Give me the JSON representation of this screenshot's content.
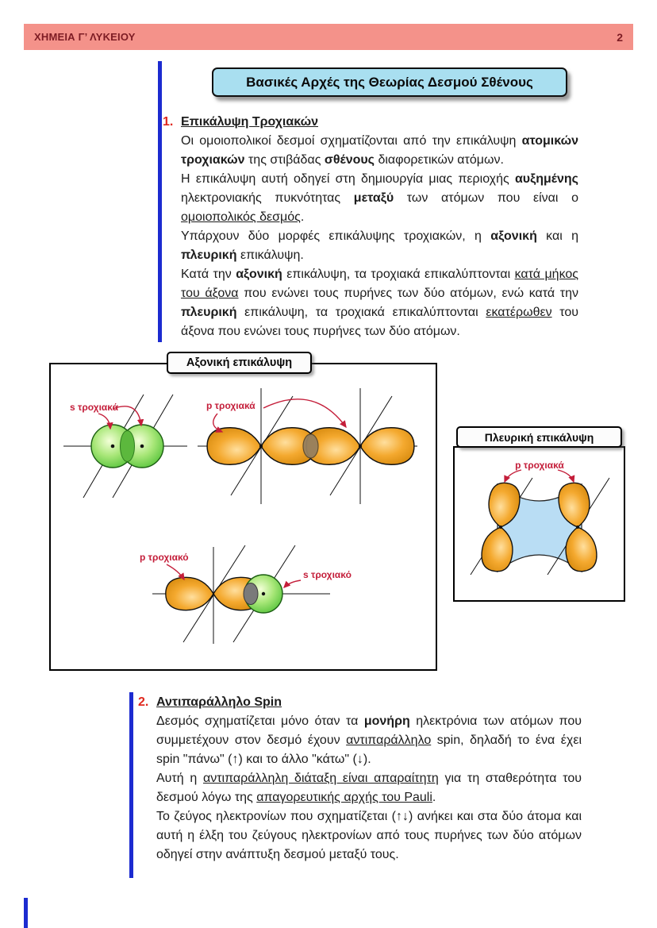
{
  "header": {
    "title": "ΧΗΜΕΙΑ Γ’ ΛΥΚΕΙΟΥ",
    "page_number": "2"
  },
  "title_box": {
    "text": "Βασικές Αρχές της Θεωρίας Δεσμού Σθένους"
  },
  "colors": {
    "header_bg": "#F4928A",
    "header_text": "#7D1C24",
    "accent_blue": "#1C2BD0",
    "section_number_red": "#E0281E",
    "title_box_bg": "#A9DFF0",
    "figure_label_red": "#C41E3A",
    "orbital_orange": "#F4A92F",
    "orbital_green": "#7BD34F",
    "pp_overlap_brown": "#96805F",
    "sp_overlap_gray": "#7A7A7A",
    "lateral_overlap_blue": "#B9DDF4"
  },
  "section1": {
    "number": "1.",
    "heading": "Επικάλυψη Τροχιακών",
    "paragraphs": [
      [
        {
          "t": "Οι ομοιοπολικοί δεσμοί σχηματίζονται από την επικάλυψη "
        },
        {
          "t": "ατομικών τροχιακών",
          "b": true
        },
        {
          "t": " της στιβάδας "
        },
        {
          "t": "σθένους",
          "b": true
        },
        {
          "t": " διαφορετικών ατόμων."
        }
      ],
      [
        {
          "t": "Η επικάλυψη αυτή οδηγεί στη δημιουργία μιας περιοχής "
        },
        {
          "t": "αυξημένης",
          "b": true
        },
        {
          "t": " ηλεκτρονιακής πυκνότητας "
        },
        {
          "t": "μεταξύ",
          "b": true
        },
        {
          "t": " των ατόμων που είναι ο "
        },
        {
          "t": "ομοιοπολικός δεσμός",
          "u": true
        },
        {
          "t": "."
        }
      ],
      [
        {
          "t": "Υπάρχουν δύο μορφές επικάλυψης τροχιακών, η "
        },
        {
          "t": "αξονική",
          "b": true
        },
        {
          "t": " και η "
        },
        {
          "t": "πλευρική",
          "b": true
        },
        {
          "t": " επικάλυψη."
        }
      ],
      [
        {
          "t": "Κατά την "
        },
        {
          "t": "αξονική",
          "b": true
        },
        {
          "t": " επικάλυψη, τα τροχιακά επικαλύπτονται "
        },
        {
          "t": "κατά μήκος του άξονα",
          "u": true
        },
        {
          "t": " που ενώνει τους πυρήνες των δύο ατόμων, ενώ κατά την "
        },
        {
          "t": "πλευρική",
          "b": true
        },
        {
          "t": " επικάλυψη, τα τροχιακά επικαλύπτονται "
        },
        {
          "t": "εκατέρωθεν",
          "u": true
        },
        {
          "t": " του άξονα που ενώνει τους πυρήνες των δύο ατόμων."
        }
      ]
    ]
  },
  "figure_axial": {
    "title": "Αξονική επικάλυψη",
    "labels": {
      "s_orbitals": "s τροχιακά",
      "p_orbitals": "p τροχιακά",
      "p_orbital": "p τροχιακό",
      "s_orbital": "s τροχιακό"
    }
  },
  "figure_lateral": {
    "title": "Πλευρική επικάλυψη",
    "labels": {
      "p_orbitals": "p τροχιακά"
    }
  },
  "section2": {
    "number": "2.",
    "heading": "Αντιπαράλληλο Spin",
    "paragraphs": [
      [
        {
          "t": "Δεσμός σχηματίζεται μόνο όταν τα "
        },
        {
          "t": "μονήρη",
          "b": true
        },
        {
          "t": " ηλεκτρόνια των ατόμων που συμμετέχουν στον δεσμό έχουν "
        },
        {
          "t": "αντιπαράλληλο",
          "u": true
        },
        {
          "t": " spin, δηλαδή το ένα έχει spin \"πάνω\" ("
        },
        {
          "t": "↑",
          "b": true
        },
        {
          "t": ") και το άλλο \"κάτω\" ("
        },
        {
          "t": "↓",
          "b": true
        },
        {
          "t": ")."
        }
      ],
      [
        {
          "t": "Αυτή η "
        },
        {
          "t": "αντιπαράλληλη διάταξη είναι απαραίτητη",
          "u": true
        },
        {
          "t": " για τη σταθερότητα του δεσμού λόγω της "
        },
        {
          "t": "απαγορευτικής αρχής του Pauli",
          "u": true
        },
        {
          "t": "."
        }
      ],
      [
        {
          "t": "Το ζεύγος ηλεκτρονίων που σχηματίζεται ("
        },
        {
          "t": "↑↓",
          "b": true
        },
        {
          "t": ") ανήκει και στα δύο άτομα και αυτή η έλξη του ζεύγους ηλεκτρονίων από τους πυρήνες των δύο ατόμων οδηγεί στην ανάπτυξη δεσμού μεταξύ τους."
        }
      ]
    ]
  }
}
